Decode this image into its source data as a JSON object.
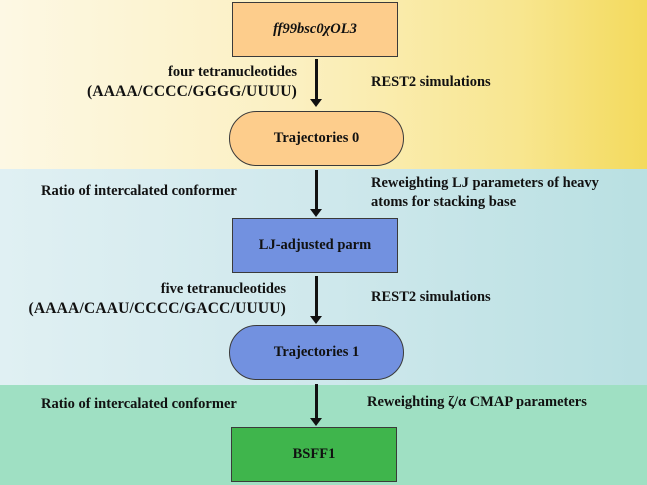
{
  "bands": [
    {
      "name": "stage-1",
      "color": "#f8e690"
    },
    {
      "name": "stage-2",
      "color": "#cfe8ec"
    },
    {
      "name": "stage-3",
      "color": "#9fe0c3"
    }
  ],
  "nodes": {
    "initial_ff": {
      "label": "ff99bsc0χOL3",
      "shape": "rectangle",
      "color": "#fdcd8c"
    },
    "trajectories_0": {
      "label": "Trajectories 0",
      "shape": "rounded",
      "color": "#fdcd8c"
    },
    "lj_adjusted": {
      "label": "LJ-adjusted parm",
      "shape": "rectangle",
      "color": "#7291e0"
    },
    "trajectories_1": {
      "label": "Trajectories 1",
      "shape": "rounded",
      "color": "#7291e0"
    },
    "bsff1": {
      "label": "BSFF1",
      "shape": "rectangle",
      "color": "#3fb54c"
    }
  },
  "edges": [
    {
      "from": "initial_ff",
      "to": "trajectories_0",
      "left_label": [
        "four tetranucleotides",
        "(AAAA/CCCC/GGGG/UUUU)"
      ],
      "right_label": [
        "REST2  simulations"
      ]
    },
    {
      "from": "trajectories_0",
      "to": "lj_adjusted",
      "left_label": [
        "Ratio of intercalated conformer"
      ],
      "right_label": [
        "Reweighting LJ parameters of  heavy",
        "atoms for stacking base"
      ]
    },
    {
      "from": "lj_adjusted",
      "to": "trajectories_1",
      "left_label": [
        "five tetranucleotides",
        "(AAAA/CAAU/CCCC/GACC/UUUU)"
      ],
      "right_label": [
        "REST2  simulations"
      ]
    },
    {
      "from": "trajectories_1",
      "to": "bsff1",
      "left_label": [
        "Ratio of intercalated conformer"
      ],
      "right_label": [
        "Reweighting ζ/α CMAP parameters"
      ]
    }
  ]
}
